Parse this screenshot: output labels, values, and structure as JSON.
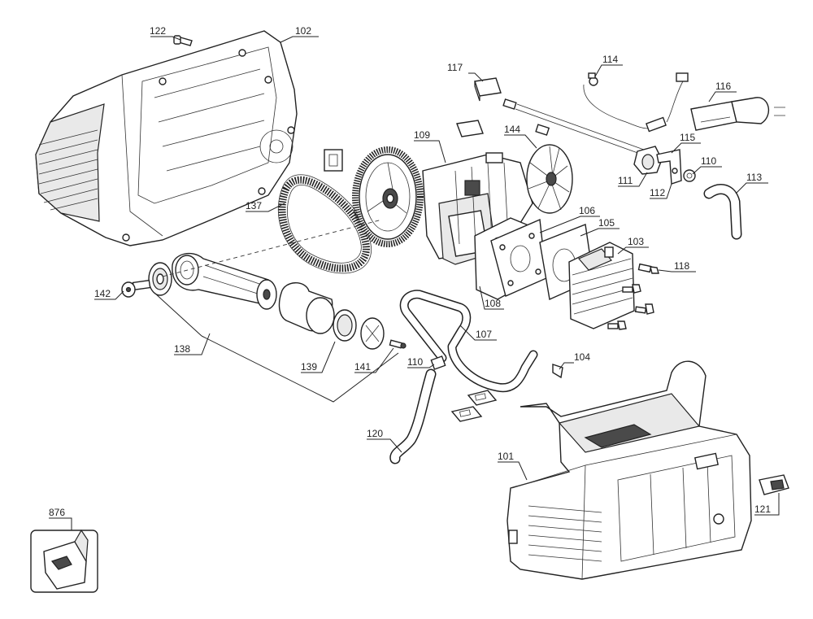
{
  "diagram": {
    "callouts": [
      {
        "id": "122",
        "text": "122"
      },
      {
        "id": "102",
        "text": "102"
      },
      {
        "id": "117",
        "text": "117"
      },
      {
        "id": "114",
        "text": "114"
      },
      {
        "id": "116",
        "text": "116"
      },
      {
        "id": "109",
        "text": "109"
      },
      {
        "id": "144",
        "text": "144"
      },
      {
        "id": "115",
        "text": "115"
      },
      {
        "id": "110a",
        "text": "110"
      },
      {
        "id": "113",
        "text": "113"
      },
      {
        "id": "111",
        "text": "111"
      },
      {
        "id": "112",
        "text": "112"
      },
      {
        "id": "137",
        "text": "137"
      },
      {
        "id": "106",
        "text": "106"
      },
      {
        "id": "105",
        "text": "105"
      },
      {
        "id": "103",
        "text": "103"
      },
      {
        "id": "118",
        "text": "118"
      },
      {
        "id": "142",
        "text": "142"
      },
      {
        "id": "108",
        "text": "108"
      },
      {
        "id": "107",
        "text": "107"
      },
      {
        "id": "138",
        "text": "138"
      },
      {
        "id": "139",
        "text": "139"
      },
      {
        "id": "141",
        "text": "141"
      },
      {
        "id": "110b",
        "text": "110"
      },
      {
        "id": "104",
        "text": "104"
      },
      {
        "id": "120",
        "text": "120"
      },
      {
        "id": "101",
        "text": "101"
      },
      {
        "id": "876",
        "text": "876"
      },
      {
        "id": "121",
        "text": "121"
      }
    ]
  }
}
